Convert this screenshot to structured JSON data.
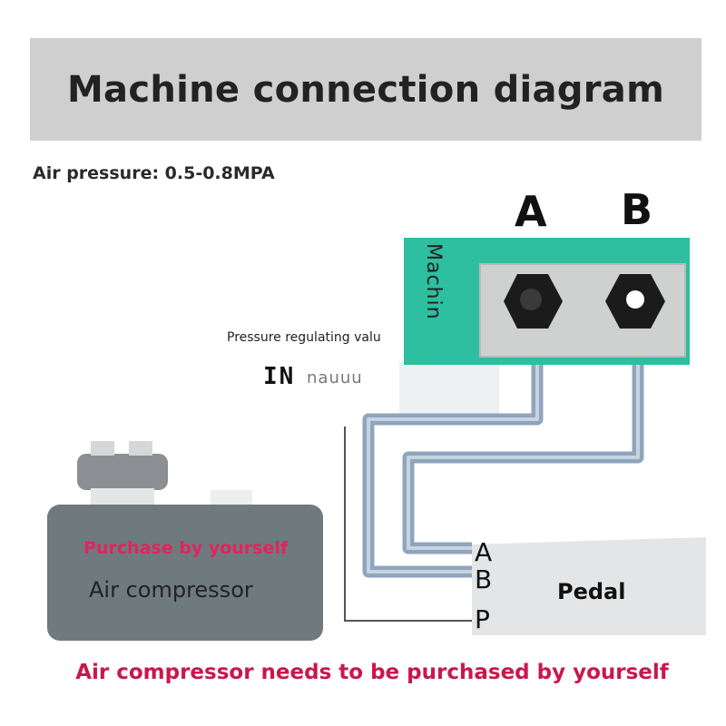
{
  "title": "Machine connection diagram",
  "air_pressure": "Air pressure: 0.5-0.8MPA",
  "machine": {
    "label": "Machin",
    "port_a": "A",
    "port_b": "B"
  },
  "pressure_regulating_label": "Pressure regulating valu",
  "in_label": "IN",
  "in_blur_text": "nauuu",
  "pedal": {
    "label": "Pedal",
    "port_a": "A",
    "port_b": "B",
    "port_p": "P"
  },
  "compressor": {
    "purchase_label": "Purchase by yourself",
    "name": "Air compressor"
  },
  "bottom_note": "Air compressor needs to be purchased by yourself",
  "colors": {
    "title_bar": "#cfcfcf",
    "machine_green": "#2dbf9f",
    "compressor_body": "#6f7a7f",
    "accent_red": "#c8184b",
    "hose": "#8fa5bd"
  }
}
